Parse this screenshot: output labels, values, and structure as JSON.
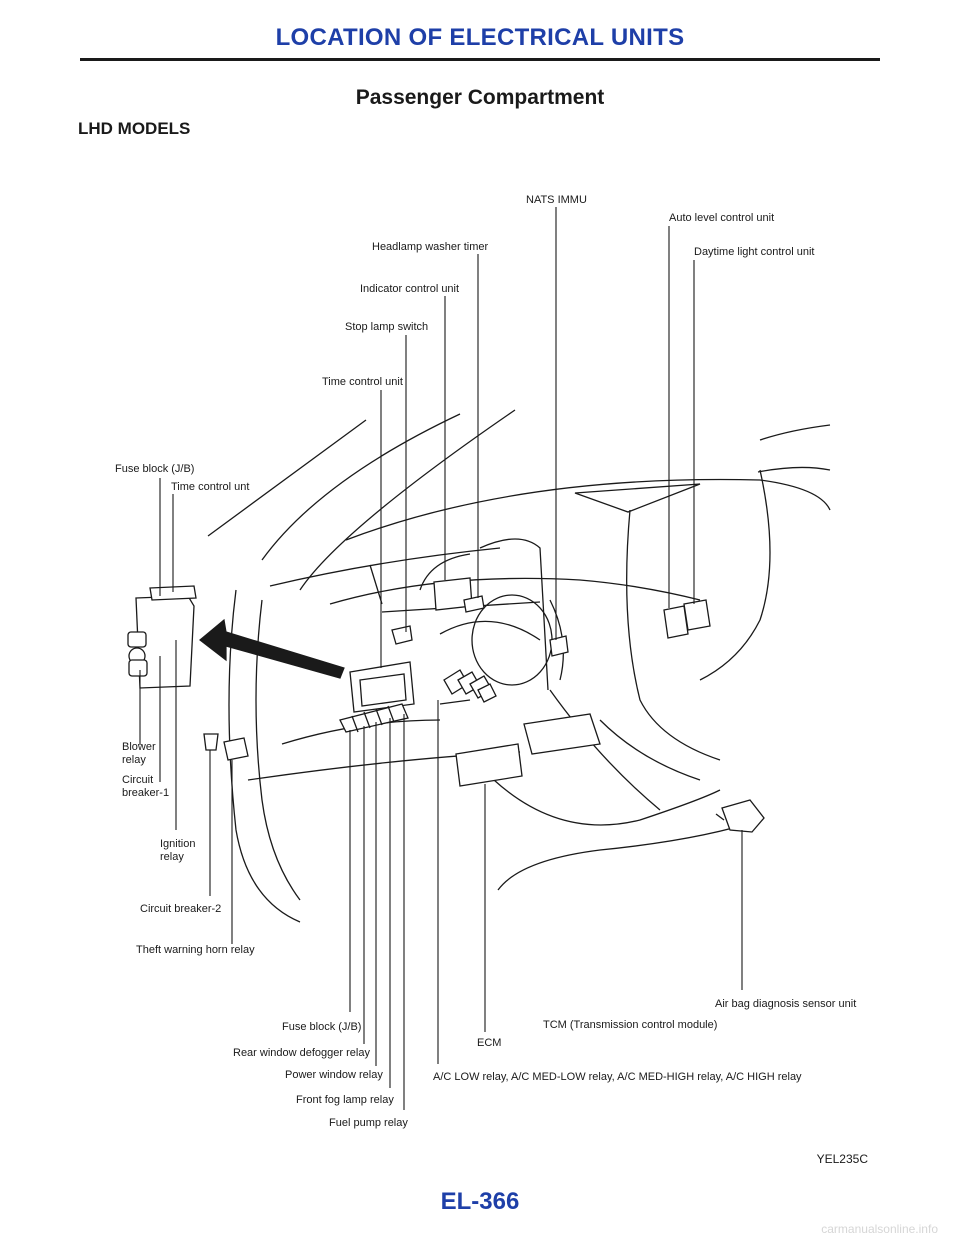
{
  "header": {
    "section": "LOCATION OF ELECTRICAL UNITS"
  },
  "page": {
    "title": "Passenger Compartment",
    "subtitle": "LHD MODELS",
    "figure_id": "YEL235C",
    "page_number": "EL-366"
  },
  "watermark": "carmanualsonline.info",
  "labels": {
    "nats_immu": "NATS IMMU",
    "auto_level": "Auto level control unit",
    "headlamp_washer": "Headlamp washer timer",
    "daytime_light": "Daytime light control unit",
    "indicator_cu": "Indicator control unit",
    "stop_lamp": "Stop lamp switch",
    "time_control_unit": "Time control unit",
    "fuse_block_top": "Fuse block (J/B)",
    "time_control_unt": "Time control unt",
    "blower_relay": "Blower\nrelay",
    "circuit_breaker_1": "Circuit\nbreaker-1",
    "ignition_relay": "Ignition\nrelay",
    "circuit_breaker_2": "Circuit breaker-2",
    "theft_horn": "Theft warning horn relay",
    "air_bag": "Air bag diagnosis sensor unit",
    "fuse_block_bottom": "Fuse block (J/B)",
    "tcm": "TCM (Transmission control module)",
    "rear_defogger": "Rear window defogger relay",
    "ecm": "ECM",
    "power_window": "Power window relay",
    "ac_relays": "A/C LOW relay, A/C MED-LOW relay, A/C MED-HIGH relay, A/C HIGH relay",
    "front_fog": "Front fog lamp relay",
    "fuel_pump": "Fuel pump relay"
  }
}
